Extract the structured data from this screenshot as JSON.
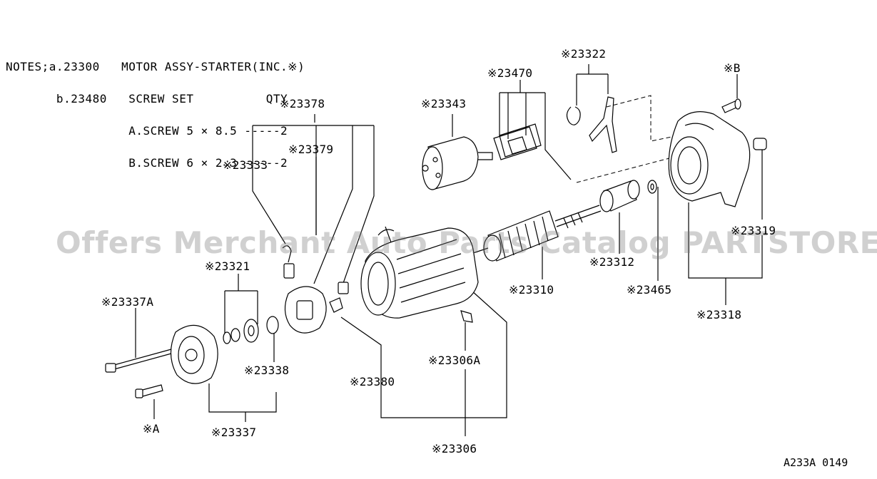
{
  "notes": {
    "line1": "NOTES;a.23300   MOTOR ASSY-STARTER(INC.※)",
    "line2": "       b.23480   SCREW SET          QTY",
    "line3": "                 A.SCREW 5 × 8.5 -----2",
    "line4": "                 B.SCREW 6 × 2.3 -----2"
  },
  "labels": {
    "p23378": "※23378",
    "p23379": "※23379",
    "p23333": "※23333",
    "p23343": "※23343",
    "p23470": "※23470",
    "p23322": "※23322",
    "pB": "※B",
    "p23321": "※23321",
    "p23337A": "※23337A",
    "p23338": "※23338",
    "pA": "※A",
    "p23337": "※23337",
    "p23380": "※23380",
    "p23306A": "※23306A",
    "p23306": "※23306",
    "p23310": "※23310",
    "p23312": "※23312",
    "p23465": "※23465",
    "p23318": "※23318",
    "p23319": "※23319"
  },
  "watermark": "Offers Merchant Auto Parts Catalog PARTSTORE.SA",
  "diagram_code": "A233A 0149"
}
